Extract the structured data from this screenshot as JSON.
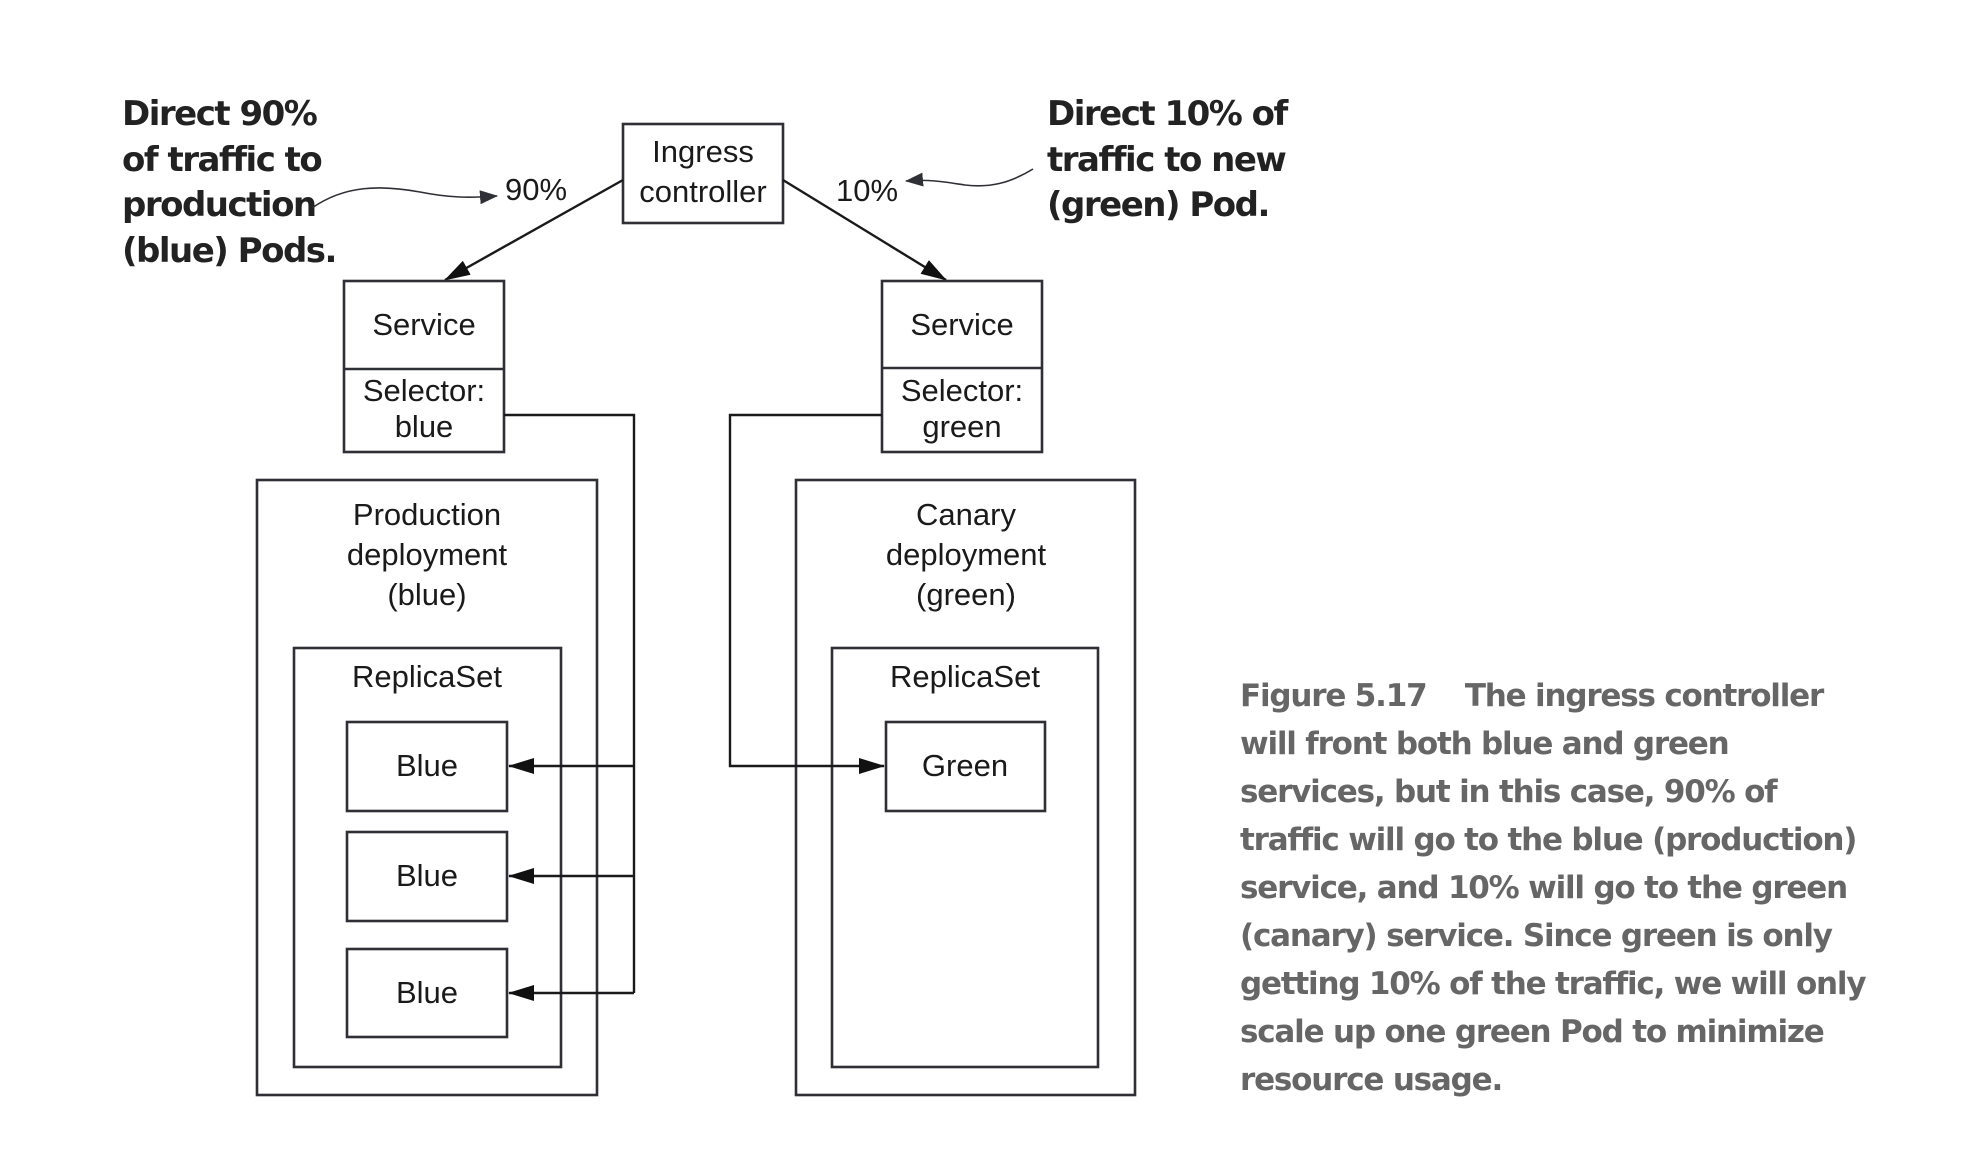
{
  "figure": {
    "ingress": {
      "lines": [
        "Ingress",
        "controller"
      ]
    },
    "traffic_split": {
      "blue_percent": "90%",
      "green_percent": "10%"
    },
    "annotations": {
      "left": {
        "lines": [
          "Direct 90%",
          "of traffic to",
          "production",
          "(blue) Pods."
        ]
      },
      "right": {
        "lines": [
          "Direct 10% of",
          "traffic to new",
          "(green) Pod."
        ]
      }
    },
    "services": [
      {
        "title": "Service",
        "selector_lines": [
          "Selector:",
          "blue"
        ]
      },
      {
        "title": "Service",
        "selector_lines": [
          "Selector:",
          "green"
        ]
      }
    ],
    "deployments": [
      {
        "title_lines": [
          "Production",
          "deployment",
          "(blue)"
        ],
        "replicaset_label": "ReplicaSet",
        "pods": [
          "Blue",
          "Blue",
          "Blue"
        ]
      },
      {
        "title_lines": [
          "Canary",
          "deployment",
          "(green)"
        ],
        "replicaset_label": "ReplicaSet",
        "pods": [
          "Green"
        ]
      }
    ],
    "caption": {
      "lines": [
        "Figure 5.17    The ingress controller",
        "will front both blue and green",
        "services, but in this case, 90% of",
        "traffic will go to the blue (production)",
        "service, and 10% will go to the green",
        "(canary) service. Since green is only",
        "getting 10% of the traffic, we will only",
        "scale up one green Pod to minimize",
        "resource usage."
      ]
    }
  },
  "colors": {
    "stroke": "#2e3036",
    "caption_text": "#666666",
    "annotation_text": "#222222"
  }
}
